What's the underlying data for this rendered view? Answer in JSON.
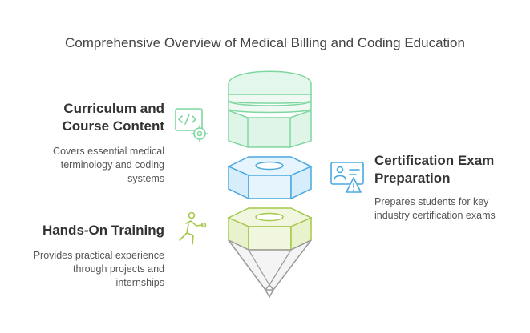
{
  "title": "Comprehensive Overview of Medical Billing and Coding Education",
  "sections": [
    {
      "heading_line1": "Curriculum and",
      "heading_line2": "Course Content",
      "desc_line1": "Covers essential medical",
      "desc_line2": "terminology and coding",
      "desc_line3": "systems",
      "icon": "code-gear-icon",
      "color": "#7fd6a0"
    },
    {
      "heading_line1": "Certification Exam",
      "heading_line2": "Preparation",
      "desc_line1": "Prepares students for key",
      "desc_line2": "industry certification exams",
      "icon": "id-card-warning-icon",
      "color": "#4aa8df"
    },
    {
      "heading_line1": "Hands-On Training",
      "desc_line1": "Provides practical experience",
      "desc_line2": "through projects and",
      "desc_line3": "internships",
      "icon": "person-training-icon",
      "color": "#a4c94a"
    }
  ]
}
